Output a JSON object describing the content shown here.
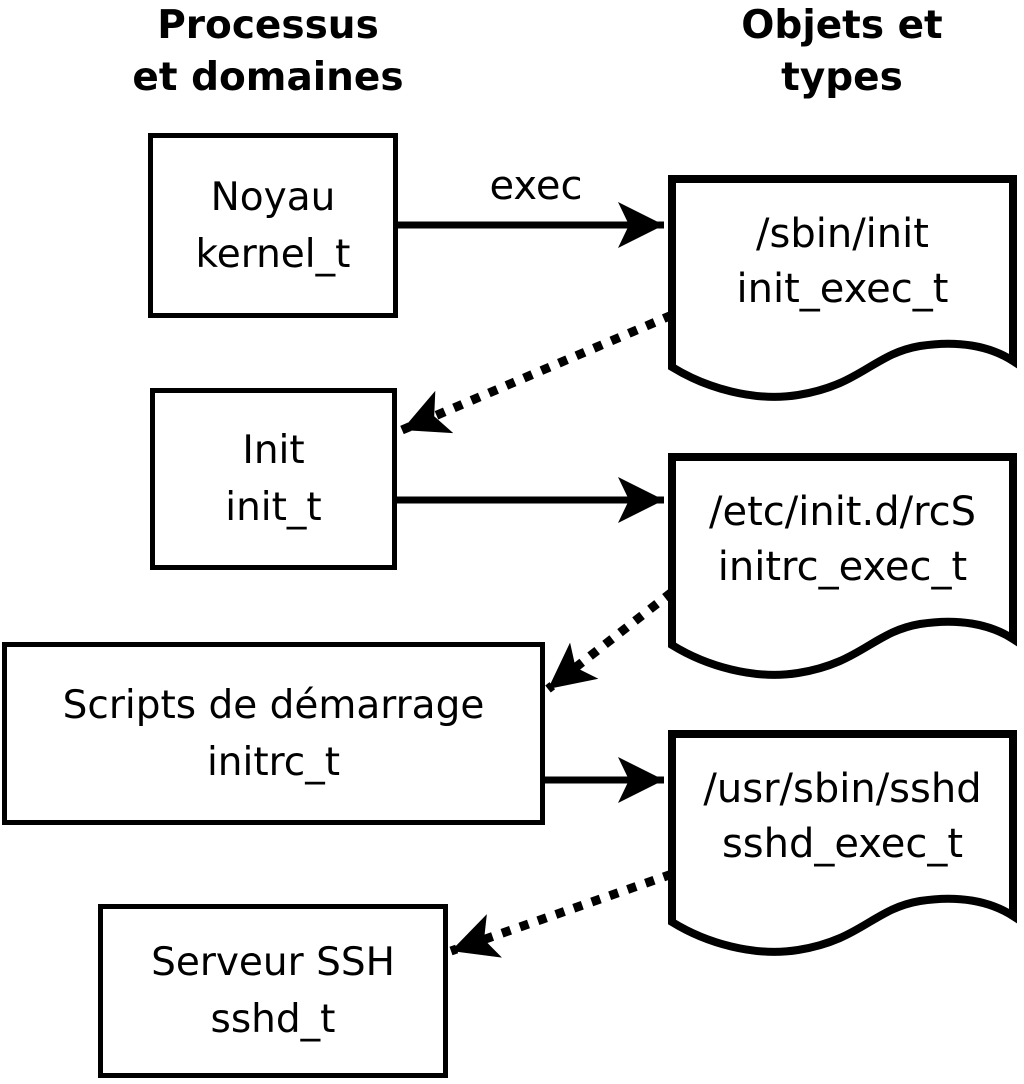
{
  "colors": {
    "background": "#ffffff",
    "ink": "#000000"
  },
  "columns": {
    "left_header": {
      "line1": "Processus",
      "line2": "et domaines"
    },
    "right_header": {
      "line1": "Objets et",
      "line2": "types"
    }
  },
  "process_boxes": [
    {
      "id": "kernel",
      "line1": "Noyau",
      "line2": "kernel_t"
    },
    {
      "id": "init",
      "line1": "Init",
      "line2": "init_t"
    },
    {
      "id": "initrc",
      "line1": "Scripts de démarrage",
      "line2": "initrc_t"
    },
    {
      "id": "sshd",
      "line1": "Serveur SSH",
      "line2": "sshd_t"
    }
  ],
  "object_docs": [
    {
      "id": "init_exec",
      "line1": "/sbin/init",
      "line2": "init_exec_t"
    },
    {
      "id": "initrc_exec",
      "line1": "/etc/init.d/rcS",
      "line2": "initrc_exec_t"
    },
    {
      "id": "sshd_exec",
      "line1": "/usr/sbin/sshd",
      "line2": "sshd_exec_t"
    }
  ],
  "labels": {
    "exec": "exec"
  },
  "relations": [
    {
      "from": "kernel_t",
      "to": "init_exec_t",
      "style": "solid",
      "label": "exec"
    },
    {
      "from": "init_exec_t",
      "to": "init_t",
      "style": "dotted",
      "label": ""
    },
    {
      "from": "init_t",
      "to": "initrc_exec_t",
      "style": "solid",
      "label": ""
    },
    {
      "from": "initrc_exec_t",
      "to": "initrc_t",
      "style": "dotted",
      "label": ""
    },
    {
      "from": "initrc_t",
      "to": "sshd_exec_t",
      "style": "solid",
      "label": ""
    },
    {
      "from": "sshd_exec_t",
      "to": "sshd_t",
      "style": "dotted",
      "label": ""
    }
  ]
}
